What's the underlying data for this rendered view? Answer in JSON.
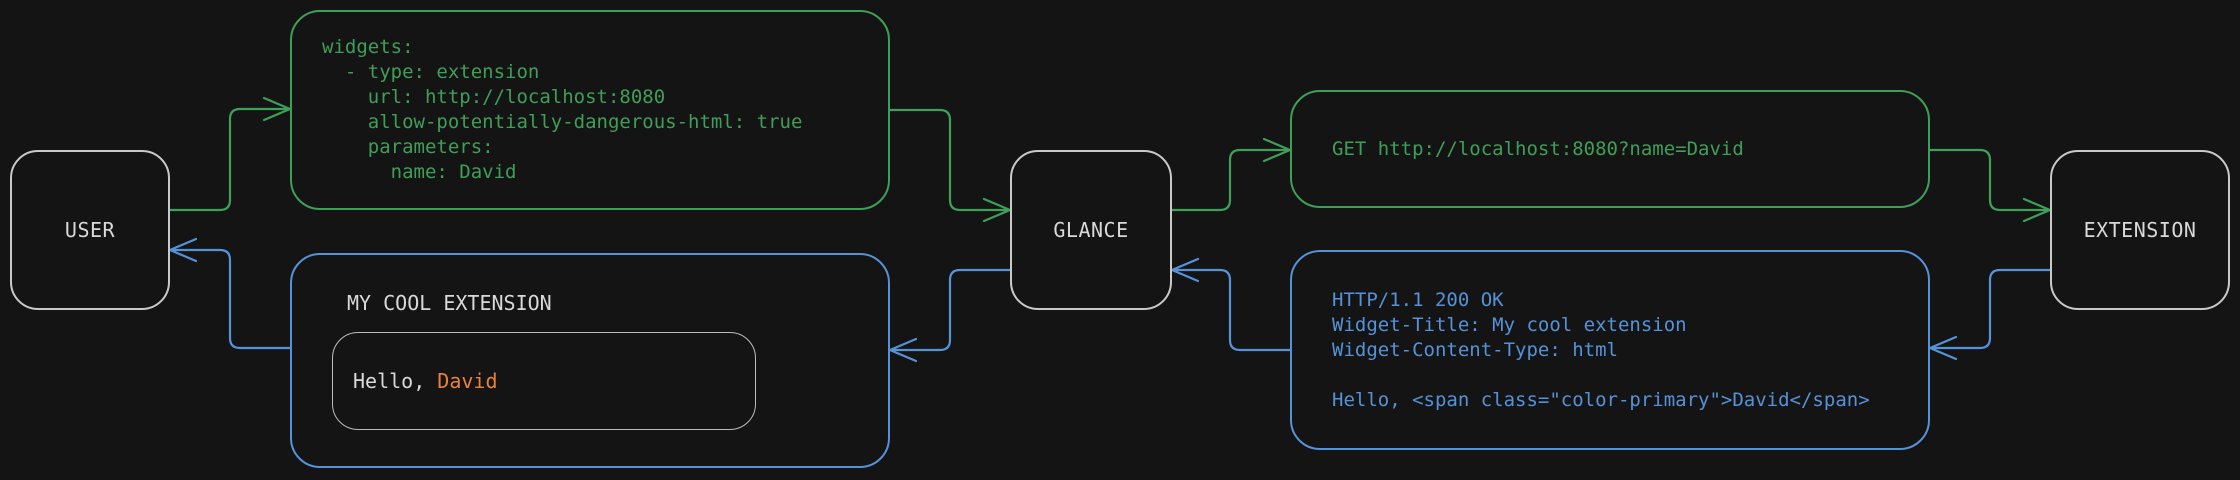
{
  "colors": {
    "background": "#141414",
    "green": "#3e9f58",
    "blue": "#5592d8",
    "orange": "#e8813c",
    "node_border": "#c9c9c9",
    "inner_border": "#bdbdbd",
    "text_light": "#d9d9d9"
  },
  "nodes": {
    "user": {
      "label": "USER"
    },
    "glance": {
      "label": "GLANCE"
    },
    "extension": {
      "label": "EXTENSION"
    }
  },
  "boxes": {
    "config": {
      "lines": [
        "widgets:",
        "  - type: extension",
        "    url: http://localhost:8080",
        "    allow-potentially-dangerous-html: true",
        "    parameters:",
        "      name: David"
      ]
    },
    "request": {
      "lines": [
        "GET http://localhost:8080?name=David"
      ]
    },
    "response": {
      "lines": [
        "HTTP/1.1 200 OK",
        "Widget-Title: My cool extension",
        "Widget-Content-Type: html",
        "",
        "Hello, <span class=\"color-primary\">David</span>"
      ]
    }
  },
  "widget": {
    "title": "MY COOL EXTENSION",
    "greeting": {
      "prefix": "Hello, ",
      "name": "David"
    }
  }
}
